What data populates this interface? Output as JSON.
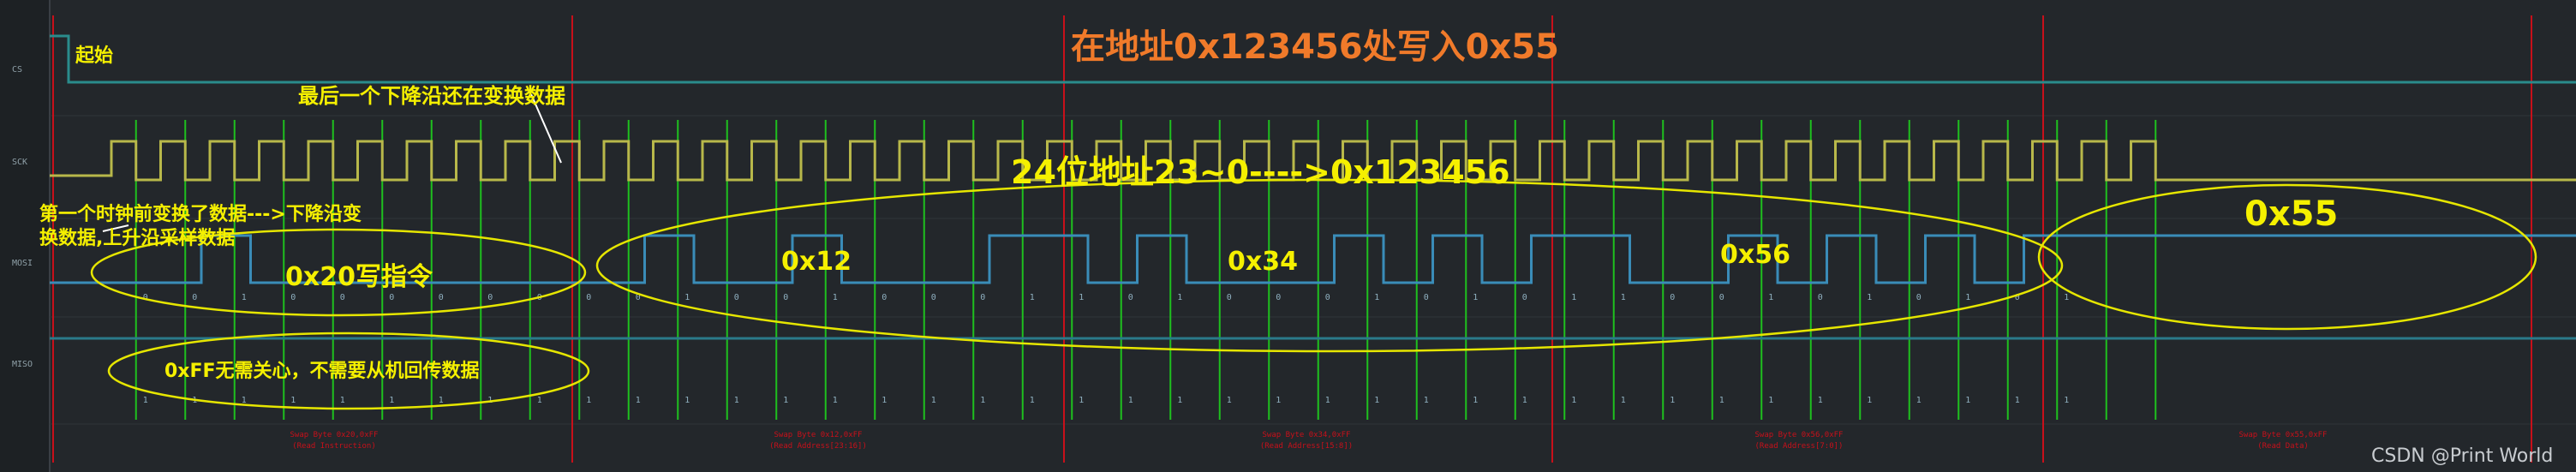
{
  "title": "在地址0x123456处写入0x55",
  "title_color": "#f07a2a",
  "annotation_color": "#f5f000",
  "trace_colors": {
    "cs": "#2a8c8c",
    "clk": "#b8b84a",
    "mosi": "#3a8cb8",
    "miso": "#2a7a8a",
    "marker": "#c8101a",
    "clock_edge": "#1ec01e",
    "ellipse": "#e6e600"
  },
  "channels": [
    "CS",
    "SCK",
    "MOSI",
    "MISO"
  ],
  "annotations": {
    "start": "起始",
    "last_falling": "最后一个下降沿还在变换数据",
    "first_clock_line1": "第一个时钟前变换了数据--->下降沿变",
    "first_clock_line2": "换数据,上升沿采样数据",
    "address_header": "24位地址23~0---->0x123456",
    "write_cmd": "0x20写指令",
    "byte1": "0x12",
    "byte2": "0x34",
    "byte3": "0x56",
    "data_byte": "0x55",
    "ignore_ff": "0xFF无需关心，不需要从机回传数据"
  },
  "decodes": [
    {
      "line1": "Swap Byte 0x20,0xFF",
      "line2": "(Read Instruction)"
    },
    {
      "line1": "Swap Byte 0x12,0xFF",
      "line2": "(Read Address[23:16])"
    },
    {
      "line1": "Swap Byte 0x34,0xFF",
      "line2": "(Read Address[15:8])"
    },
    {
      "line1": "Swap Byte 0x56,0xFF",
      "line2": "(Read Address[7:0])"
    },
    {
      "line1": "Swap Byte 0x55,0xFF",
      "line2": "(Read Data)"
    }
  ],
  "watermark": "CSDN @Print World"
}
